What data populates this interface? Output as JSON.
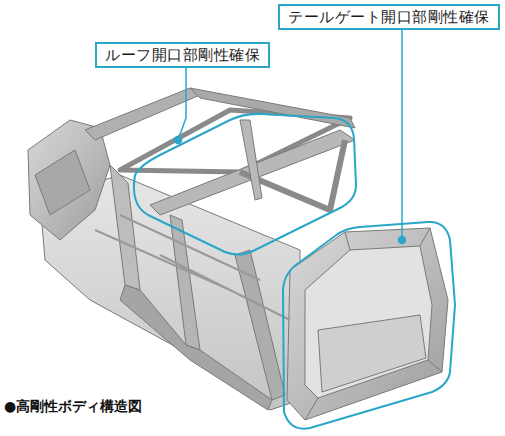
{
  "diagram": {
    "caption": "●高剛性ボディ構造図",
    "nodes": [
      {
        "text": [
          "テールゲート開口部剛性確保"
        ]
      },
      {
        "text": [
          "ルーフ開口部剛性確保"
        ]
      }
    ]
  }
}
